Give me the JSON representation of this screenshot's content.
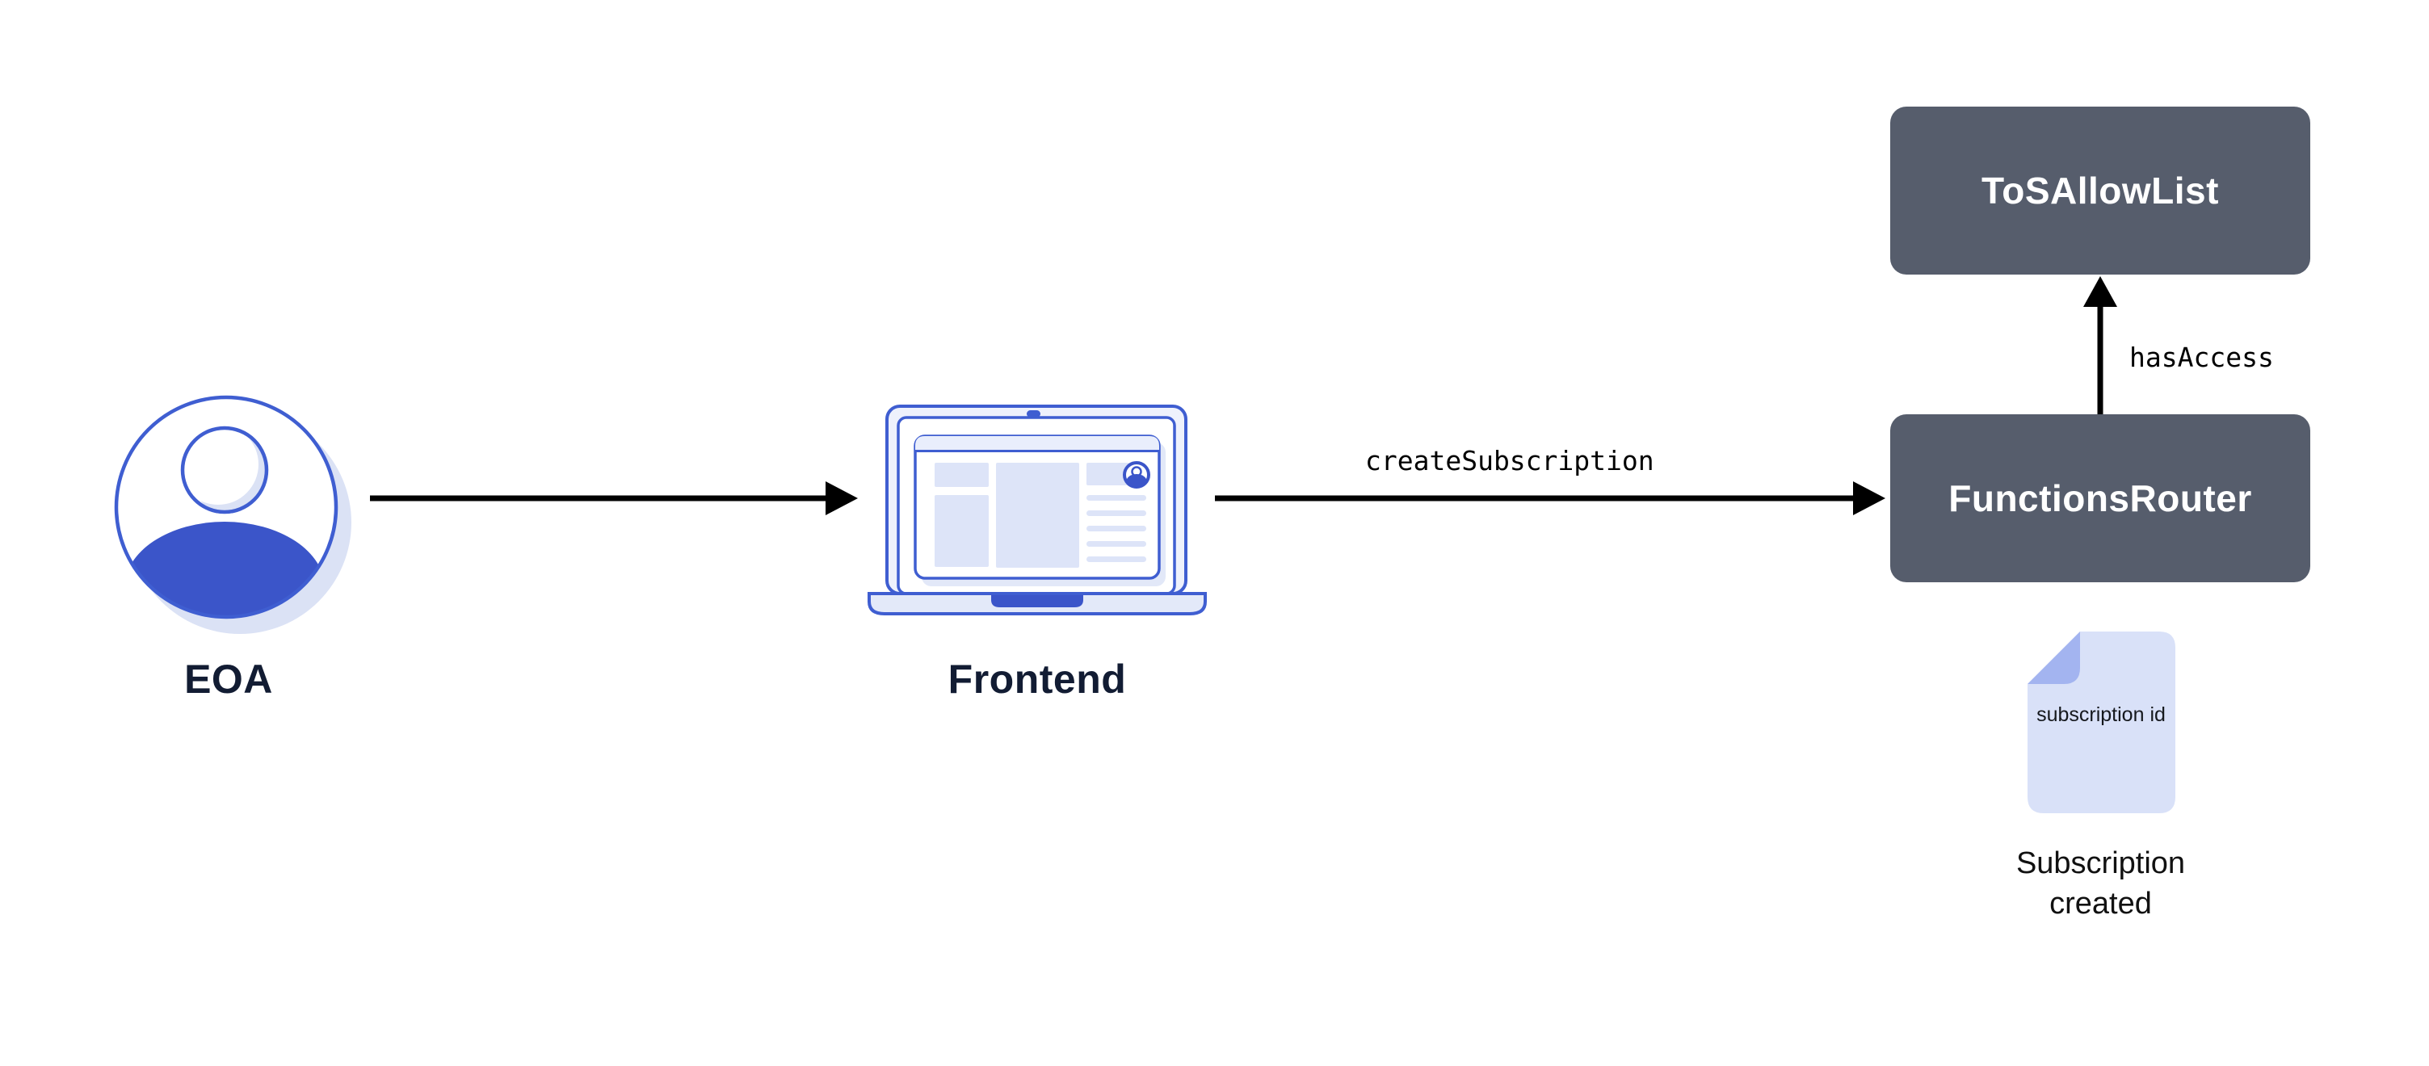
{
  "diagram_type": "flow-diagram",
  "nodes": {
    "eoa": {
      "label": "EOA",
      "icon": "user-avatar"
    },
    "frontend": {
      "label": "Frontend",
      "icon": "laptop"
    },
    "functions_router": {
      "label": "FunctionsRouter"
    },
    "tos_allow_list": {
      "label": "ToSAllowList"
    },
    "subscription_doc": {
      "doc_text": "subscription id",
      "caption": "Subscription created",
      "icon": "document-folded-corner"
    }
  },
  "edges": {
    "eoa_to_frontend": {
      "from": "eoa",
      "to": "frontend",
      "label": ""
    },
    "frontend_to_functions_router": {
      "from": "frontend",
      "to": "functions_router",
      "label": "createSubscription"
    },
    "functions_router_to_tos_allow_list": {
      "from": "functions_router",
      "to": "tos_allow_list",
      "label": "hasAccess"
    }
  },
  "colors": {
    "background": "#ffffff",
    "contract_box_fill": "#565d6c",
    "contract_box_text": "#ffffff",
    "blue_stroke": "#3f5ed1",
    "blue_fill": "#3b55c9",
    "light_block_fill": "#dde4f8",
    "lighter_fill": "#eef1fc",
    "doc_body_fill": "#d9e1f8",
    "doc_fold_fill": "#a3b4f0",
    "soft_shadow": "#dbe2f5",
    "caption_navy": "#121c33",
    "arrow_black": "#000000"
  }
}
